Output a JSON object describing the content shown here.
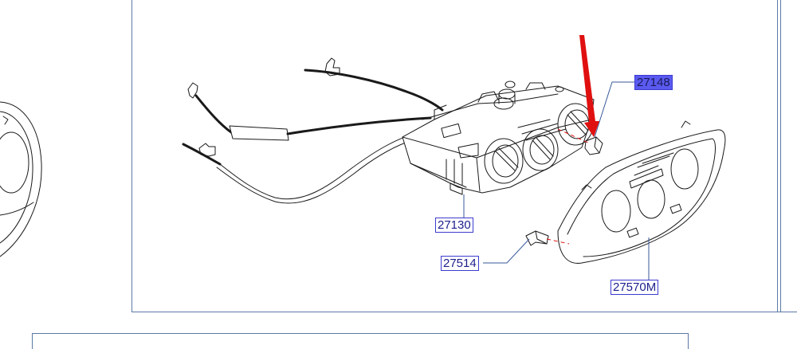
{
  "parts": {
    "p27148": {
      "number": "27148"
    },
    "p27130": {
      "number": "27130"
    },
    "p27514": {
      "number": "27514"
    },
    "p27570M": {
      "number": "27570M"
    }
  },
  "colors": {
    "line": "#1a1a1a",
    "leader": "#3a5a9a",
    "label_text": "#1c1f8c",
    "label_border": "#3b3bd0",
    "selected_bg": "#5a5af0",
    "arrow": "#e01010",
    "panel_border": "#5b79a6"
  },
  "icons": {
    "arrow": "red-arrow-icon"
  }
}
